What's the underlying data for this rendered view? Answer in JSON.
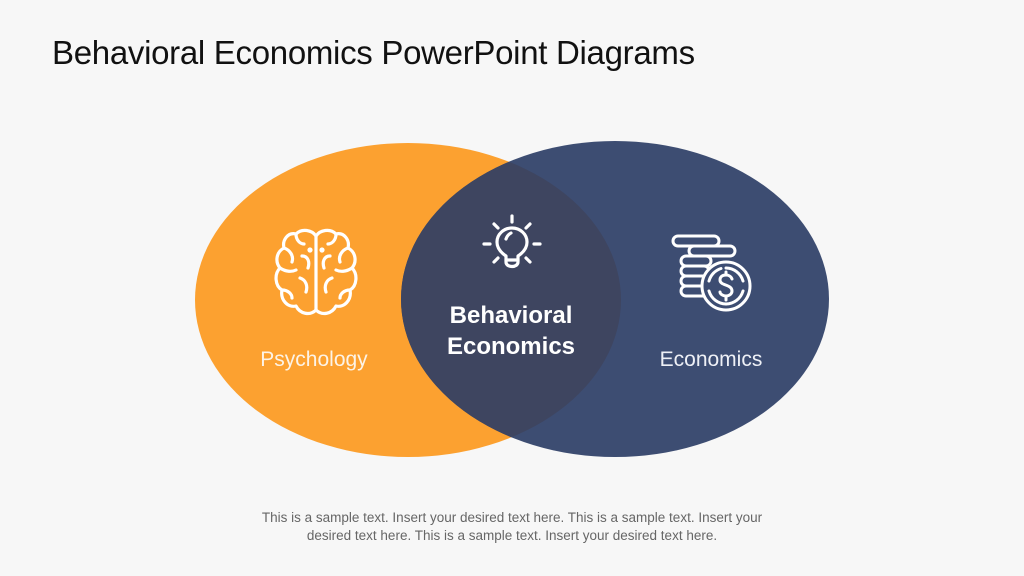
{
  "slide": {
    "title": "Behavioral Economics PowerPoint Diagrams",
    "background_color": "#f7f7f7"
  },
  "venn": {
    "left": {
      "label": "Psychology",
      "icon": "brain-icon",
      "color": "#fca130"
    },
    "right": {
      "label": "Economics",
      "icon": "coins-dollar-icon",
      "color": "#3d4d72"
    },
    "intersection": {
      "label_line1": "Behavioral",
      "label_line2": "Economics",
      "icon": "lightbulb-icon",
      "color": "#3e4560"
    }
  },
  "footer": {
    "line1": "This is a sample text. Insert your desired text here. This is a sample text. Insert your",
    "line2": "desired text here. This is a sample text. Insert your desired text here."
  }
}
